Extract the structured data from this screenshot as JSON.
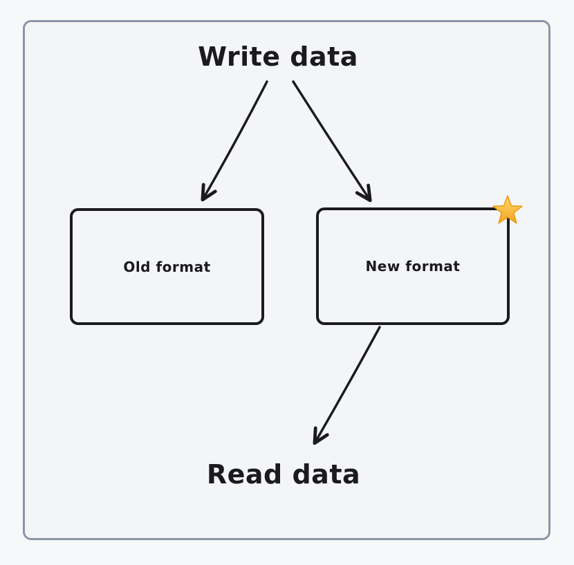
{
  "diagram": {
    "title_top": "Write data",
    "title_bottom": "Read data",
    "nodes": [
      {
        "id": "old-format",
        "label": "Old format"
      },
      {
        "id": "new-format",
        "label": "New format",
        "badge": "star-icon"
      }
    ],
    "arrows": [
      {
        "from": "write-data",
        "to": "old-format"
      },
      {
        "from": "write-data",
        "to": "new-format"
      },
      {
        "from": "new-format",
        "to": "read-data"
      }
    ],
    "colors": {
      "background": "#f7f8fa",
      "frame_fill": "#f4f5f7",
      "frame_border": "#8a95a5",
      "node_border": "#1b1b1f",
      "text": "#1b1b1f",
      "arrow": "#1b1b1f",
      "star_top": "#ffd96a",
      "star_bottom": "#f5a623",
      "star_outline": "#e8960c"
    }
  }
}
